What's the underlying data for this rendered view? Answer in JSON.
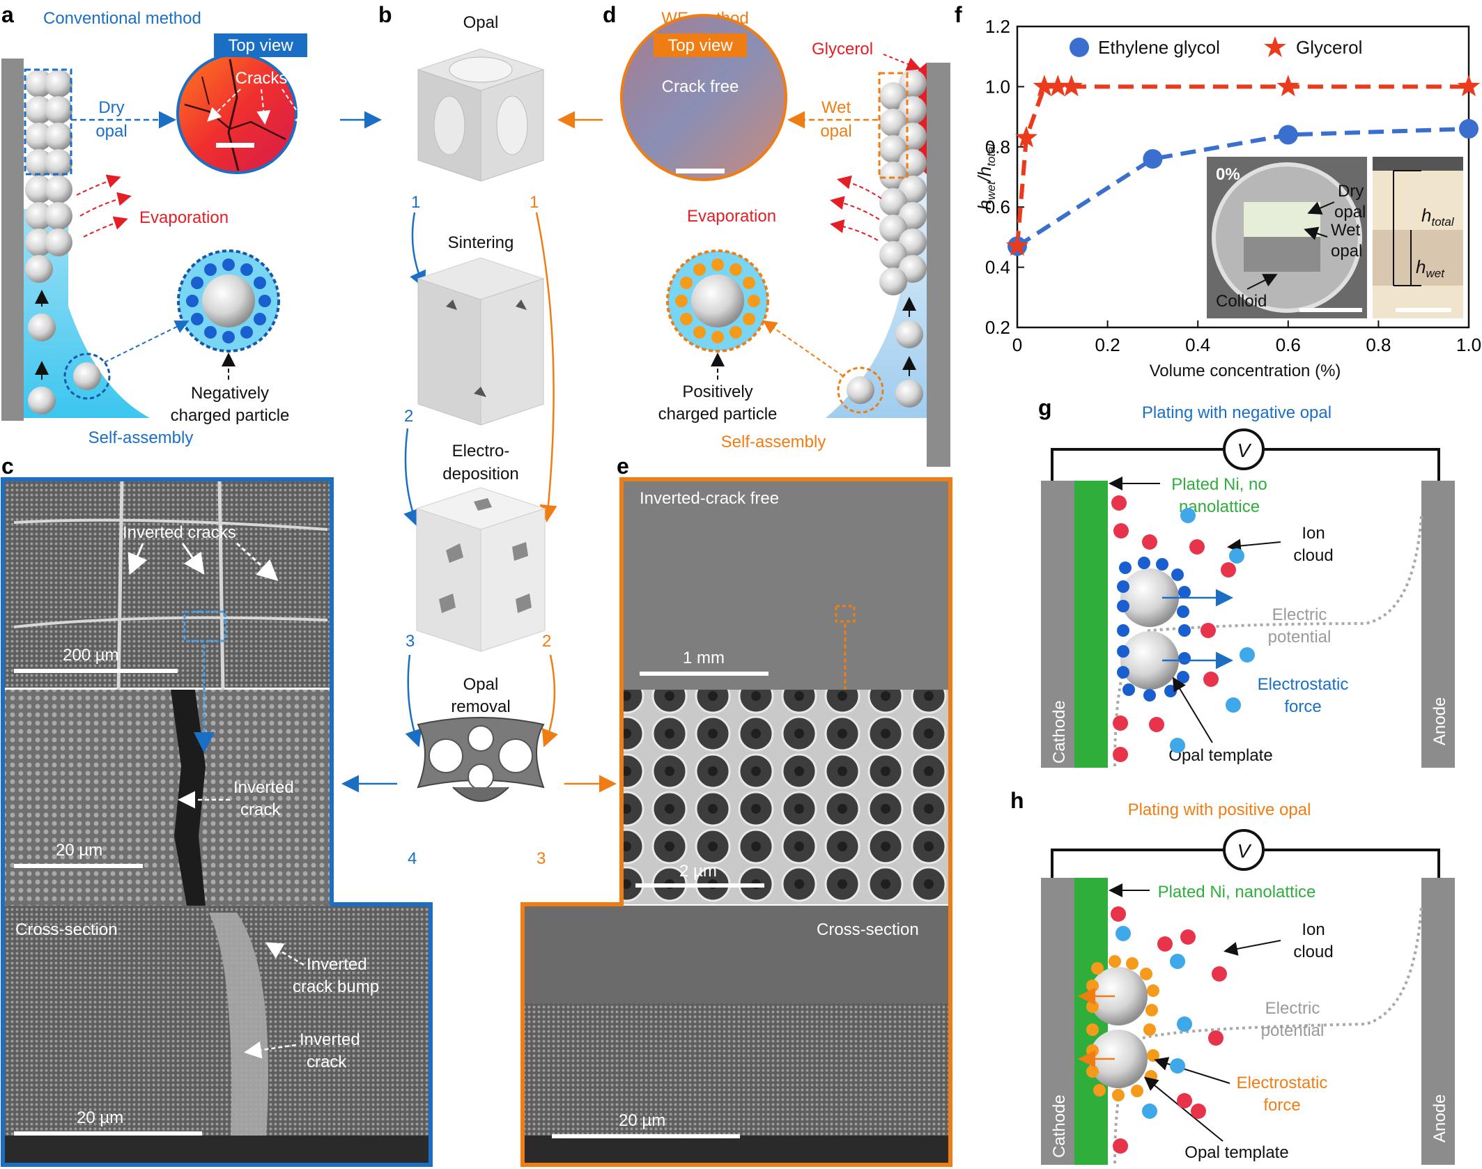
{
  "panels": {
    "a": {
      "letter": "a",
      "title": "Conventional method",
      "top_view": "Top view",
      "cracks": "Cracks",
      "dry_1": "Dry",
      "dry_2": "opal",
      "evaporation": "Evaporation",
      "particle_1": "Negatively",
      "particle_2": "charged particle",
      "self_assembly": "Self-assembly"
    },
    "b": {
      "letter": "b",
      "opal": "Opal",
      "sintering": "Sintering",
      "electro_1": "Electro-",
      "electro_2": "deposition",
      "removal_1": "Opal",
      "removal_2": "removal",
      "blue_steps": [
        "1",
        "2",
        "3",
        "4"
      ],
      "orange_steps": [
        "1",
        "2",
        "3"
      ]
    },
    "c": {
      "letter": "c",
      "inverted_cracks": "Inverted cracks",
      "scale_200": "200 µm",
      "inverted_crack_1": "Inverted",
      "inverted_crack_2": "crack",
      "scale_20a": "20 µm",
      "cross_section": "Cross-section",
      "bump_1": "Inverted",
      "bump_2": "crack bump",
      "crack_1": "Inverted",
      "crack_2": "crack",
      "scale_20b": "20 µm"
    },
    "d": {
      "letter": "d",
      "title": "WE method",
      "top_view": "Top view",
      "crack_free": "Crack free",
      "glycerol": "Glycerol",
      "wet_1": "Wet",
      "wet_2": "opal",
      "evaporation": "Evaporation",
      "particle_1": "Positively",
      "particle_2": "charged particle",
      "self_assembly": "Self-assembly"
    },
    "e": {
      "letter": "e",
      "inverted_crack_free": "Inverted-crack free",
      "scale_1mm": "1 mm",
      "scale_2um": "2 µm",
      "cross_section": "Cross-section",
      "scale_20": "20 µm"
    },
    "f": {
      "letter": "f"
    },
    "g": {
      "letter": "g",
      "title": "Plating with negative opal",
      "meter": "V",
      "plated_1": "Plated Ni, no",
      "plated_2": "nanolattice",
      "ion_1": "Ion",
      "ion_2": "cloud",
      "potential_1": "Electric",
      "potential_2": "potential",
      "force_1": "Electrostatic",
      "force_2": "force",
      "template": "Opal template",
      "cathode": "Cathode",
      "anode": "Anode"
    },
    "h": {
      "letter": "h",
      "title": "Plating with positive opal",
      "meter": "V",
      "plated": "Plated Ni, nanolattice",
      "ion_1": "Ion",
      "ion_2": "cloud",
      "potential_1": "Electric",
      "potential_2": "potential",
      "force_1": "Electrostatic",
      "force_2": "force",
      "template": "Opal template",
      "cathode": "Cathode",
      "anode": "Anode"
    }
  },
  "chart_data": {
    "type": "line",
    "xlabel": "Volume concentration (%)",
    "ylabel_main": "h",
    "ylabel_sub1": "wet",
    "ylabel_sep": "/h",
    "ylabel_sub2": "total",
    "xlim": [
      0,
      1.0
    ],
    "ylim": [
      0.2,
      1.2
    ],
    "xticks": [
      "0",
      "0.2",
      "0.4",
      "0.6",
      "0.8",
      "1.0"
    ],
    "yticks": [
      "0.2",
      "0.4",
      "0.6",
      "0.8",
      "1.0",
      "1.2"
    ],
    "legend_position": "top",
    "series": [
      {
        "name": "Ethylene glycol",
        "color": "#3a6fd0",
        "marker": "circle",
        "x": [
          0,
          0.3,
          0.6,
          1.0
        ],
        "y": [
          0.47,
          0.76,
          0.84,
          0.86
        ]
      },
      {
        "name": "Glycerol",
        "color": "#ec3a1c",
        "marker": "star",
        "x": [
          0,
          0.02,
          0.06,
          0.09,
          0.12,
          0.6,
          1.0
        ],
        "y": [
          0.47,
          0.83,
          1.0,
          1.0,
          1.0,
          1.0,
          1.0
        ]
      }
    ],
    "inset": {
      "percent": "0%",
      "dry_1": "Dry",
      "dry_2": "opal",
      "wet_1": "Wet",
      "wet_2": "opal",
      "colloid": "Colloid",
      "h_total_main": "h",
      "h_total_sub": "total",
      "h_wet_main": "h",
      "h_wet_sub": "wet"
    }
  }
}
